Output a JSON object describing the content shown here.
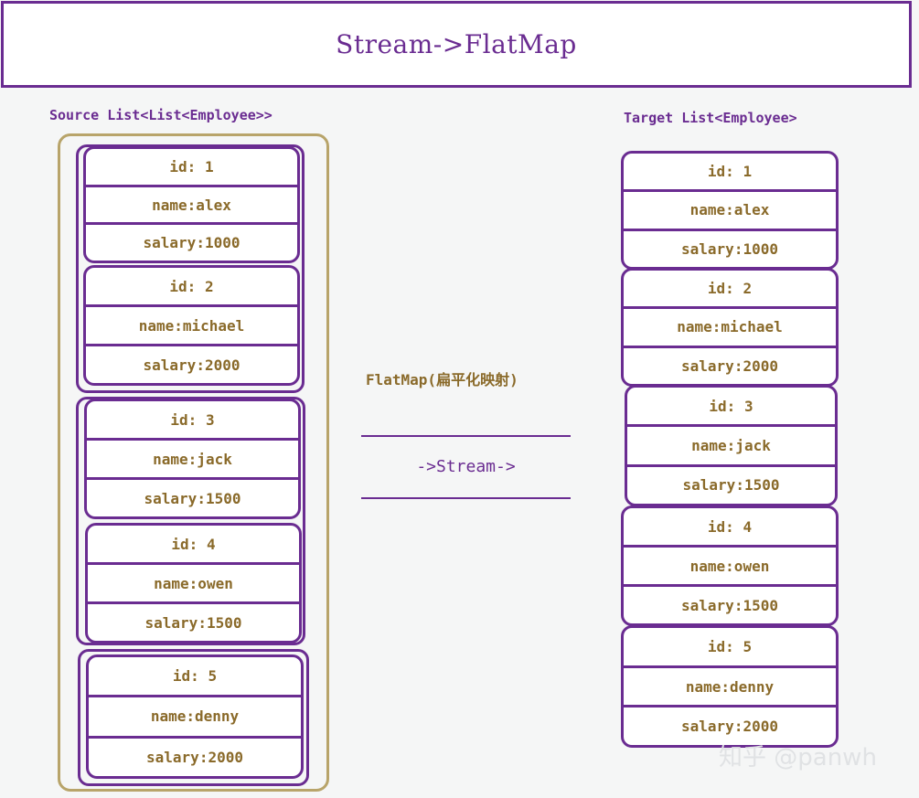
{
  "title": "Stream->FlatMap",
  "source": {
    "label": "Source List<List<Employee>>",
    "groups": [
      [
        {
          "id": "id: 1",
          "name": "name:alex",
          "salary": "salary:1000"
        },
        {
          "id": "id: 2",
          "name": "name:michael",
          "salary": "salary:2000"
        }
      ],
      [
        {
          "id": "id: 3",
          "name": "name:jack",
          "salary": "salary:1500"
        },
        {
          "id": "id: 4",
          "name": "name:owen",
          "salary": "salary:1500"
        }
      ],
      [
        {
          "id": "id: 5",
          "name": "name:denny",
          "salary": "salary:2000"
        }
      ]
    ]
  },
  "middle": {
    "label": "FlatMap(扁平化映射)",
    "arrow": "->Stream->"
  },
  "target": {
    "label": "Target List<Employee>",
    "items": [
      {
        "id": "id: 1",
        "name": "name:alex",
        "salary": "salary:1000"
      },
      {
        "id": "id: 2",
        "name": "name:michael",
        "salary": "salary:2000"
      },
      {
        "id": "id: 3",
        "name": "name:jack",
        "salary": "salary:1500"
      },
      {
        "id": "id: 4",
        "name": "name:owen",
        "salary": "salary:1500"
      },
      {
        "id": "id: 5",
        "name": "name:denny",
        "salary": "salary:2000"
      }
    ]
  },
  "watermark": "知乎 @panwh",
  "colors": {
    "frame": "#6a2c91",
    "outer": "#b8a46a",
    "text": "#8a6a2a"
  }
}
